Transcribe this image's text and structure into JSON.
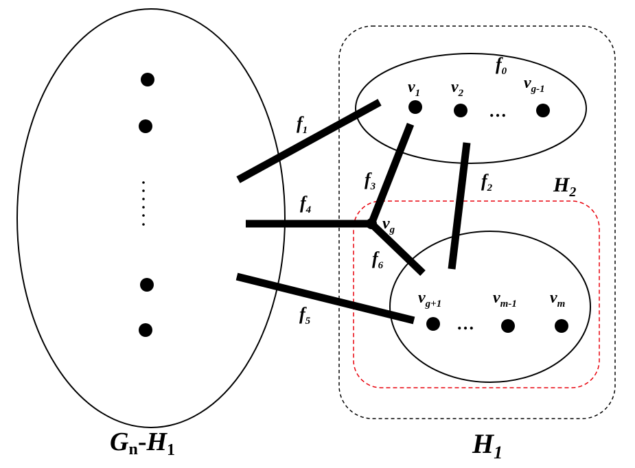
{
  "colors": {
    "stroke": "#000000",
    "region_h1": "#000000",
    "region_h2": "#e8000b"
  },
  "labels": {
    "left_set": {
      "main": "G",
      "sub_n": "n",
      "dash": "-",
      "h": "H",
      "sub": "1"
    },
    "h1": {
      "main": "H",
      "sub": "1"
    },
    "h2": {
      "main": "H",
      "sub": "2"
    },
    "f0": {
      "main": "f",
      "sub": "0"
    },
    "f1": {
      "main": "f",
      "sub": "1"
    },
    "f2": {
      "main": "f",
      "sub": "2"
    },
    "f3": {
      "main": "f",
      "sub": "3"
    },
    "f4": {
      "main": "f",
      "sub": "4"
    },
    "f5": {
      "main": "f",
      "sub": "5"
    },
    "f6": {
      "main": "f",
      "sub": "6"
    },
    "v1": {
      "main": "v",
      "sub": "1"
    },
    "v2": {
      "main": "v",
      "sub": "2"
    },
    "vg_minus_1": {
      "main": "v",
      "sub": "g-1"
    },
    "vg": {
      "main": "v",
      "sub": "g"
    },
    "vg_plus_1": {
      "main": "v",
      "sub": "g+1"
    },
    "vm_minus_1": {
      "main": "v",
      "sub": "m-1"
    },
    "vm": {
      "main": "v",
      "sub": "m"
    },
    "ellipsis_top": "…",
    "ellipsis_bottom": "…"
  }
}
